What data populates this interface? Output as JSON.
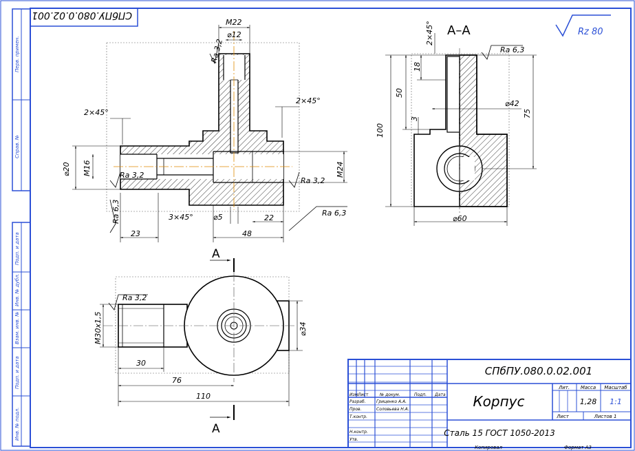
{
  "frame": {
    "designation_rotated": "СПбПУ.080.0.02.001",
    "left_strip": [
      "Перв. примен.",
      "Справ. №",
      "Подп. и дата",
      "Инв. № дубл.",
      "Взам. инв. №",
      "Подп. и дата",
      "Инв. № подл."
    ]
  },
  "roughness": {
    "general": "Rz 80"
  },
  "views": {
    "section_label": "А–А",
    "cut_label": "А"
  },
  "front_view": {
    "dims": {
      "m22": "M22",
      "d12": "⌀12",
      "ch_left": "2×45°",
      "ch_right": "2×45°",
      "d20": "⌀20",
      "m16": "M16",
      "m24": "M24",
      "ra_top": "Ra 3,2",
      "ra_left": "Ra 3,2",
      "ra_right": "Ra 3,2",
      "ra_bottom": "Ra 6,3",
      "ra_side": "Ra 6,3",
      "ch_bottom": "3×45°",
      "d5": "⌀5",
      "len22": "22",
      "len23": "23",
      "len48": "48"
    }
  },
  "section_view": {
    "dims": {
      "ch": "2×45°",
      "ra": "Ra 6,3",
      "h18": "18",
      "h50": "50",
      "h3": "3",
      "h100": "100",
      "h75": "75",
      "d42": "⌀42",
      "d60": "⌀60"
    }
  },
  "top_view": {
    "dims": {
      "ra": "Ra 3,2",
      "m30": "M30x1,5",
      "d34": "⌀34",
      "len30": "30",
      "len76": "76",
      "len110": "110"
    }
  },
  "title_block": {
    "designation": "СПбПУ.080.0.02.001",
    "name": "Корпус",
    "material": "Сталь 15  ГОСТ 1050-2013",
    "lit": "Лит.",
    "mass_label": "Масса",
    "scale_label": "Масштаб",
    "mass": "1,28",
    "scale": "1:1",
    "sheet": "Лист",
    "sheets": "Листов  1",
    "rows": {
      "change_header": [
        "Изм.",
        "Лист",
        "№ докум.",
        "Подп.",
        "Дата"
      ],
      "developer_role": "Разраб.",
      "developer": "Гриценко А.А.",
      "checker_role": "Пров.",
      "checker": "Соловьева Н.А.",
      "tcontrol": "Т.контр.",
      "ncontrol": "Н.контр.",
      "approved": "Утв."
    },
    "copied": "Копировал",
    "format": "Формат    А3"
  }
}
